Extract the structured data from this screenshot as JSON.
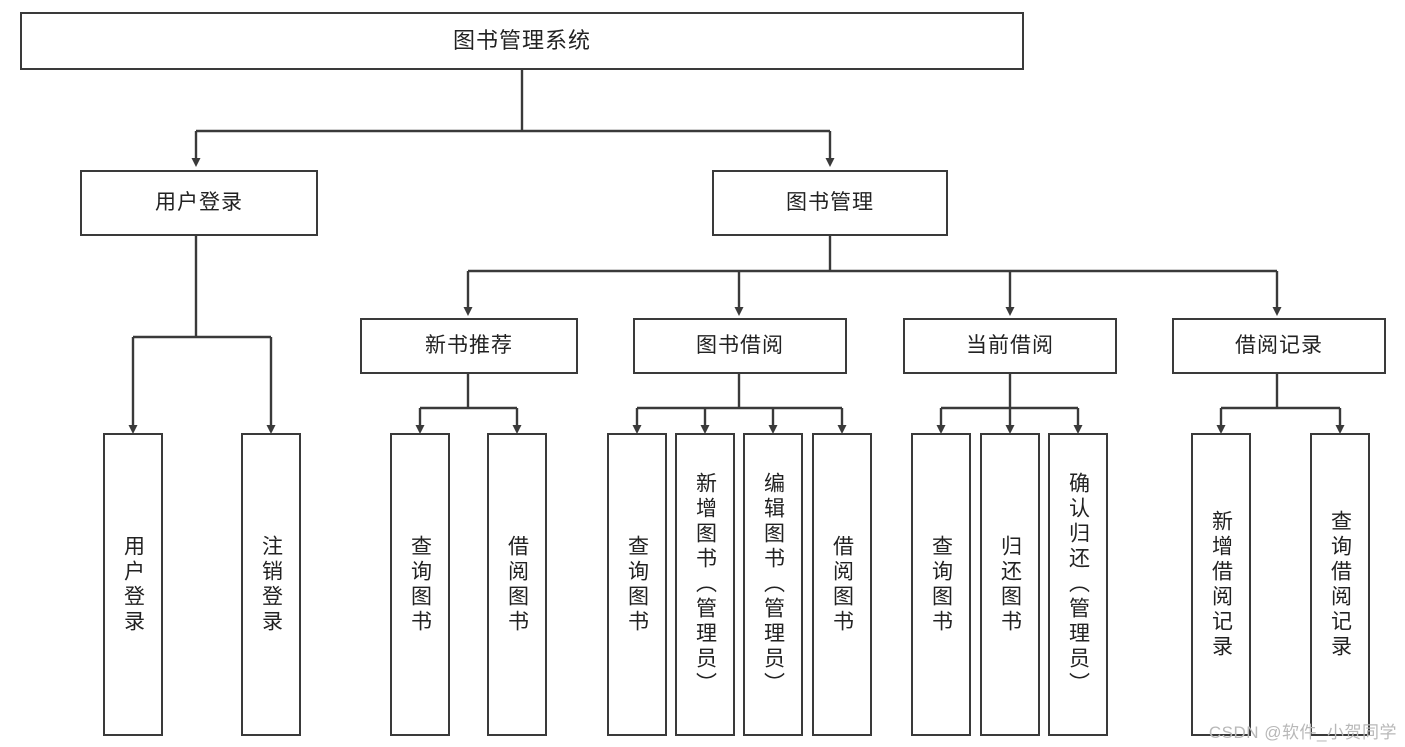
{
  "diagram": {
    "type": "tree-hierarchy-chart",
    "title": "图书管理系统",
    "style": {
      "box_border_color": "#3a3a3a",
      "box_fill_color": "#ffffff",
      "connector_color": "#3a3a3a",
      "text_color": "#222222",
      "background": "#ffffff"
    },
    "nodes": {
      "root": {
        "label": "图书管理系统",
        "level": 1
      },
      "user_login": {
        "label": "用户登录",
        "level": 2
      },
      "book_manage": {
        "label": "图书管理",
        "level": 2
      },
      "new_book_rec": {
        "label": "新书推荐",
        "level": 3
      },
      "book_borrow": {
        "label": "图书借阅",
        "level": 3
      },
      "current_borrow": {
        "label": "当前借阅",
        "level": 3
      },
      "borrow_record": {
        "label": "借阅记录",
        "level": 3
      },
      "leaf_user_login": {
        "label": "用户登录",
        "level": 4
      },
      "leaf_logout": {
        "label": "注销登录",
        "level": 4
      },
      "leaf_query_book_1": {
        "label": "查询图书",
        "level": 4
      },
      "leaf_borrow_book_1": {
        "label": "借阅图书",
        "level": 4
      },
      "leaf_query_book_2": {
        "label": "查询图书",
        "level": 4
      },
      "leaf_add_book": {
        "label": "新增图书（管理员）",
        "level": 4
      },
      "leaf_edit_book": {
        "label": "编辑图书（管理员）",
        "level": 4
      },
      "leaf_borrow_book_2": {
        "label": "借阅图书",
        "level": 4
      },
      "leaf_query_book_3": {
        "label": "查询图书",
        "level": 4
      },
      "leaf_return_book": {
        "label": "归还图书",
        "level": 4
      },
      "leaf_confirm_return": {
        "label": "确认归还（管理员）",
        "level": 4
      },
      "leaf_add_record": {
        "label": "新增借阅记录",
        "level": 4
      },
      "leaf_query_record": {
        "label": "查询借阅记录",
        "level": 4
      }
    },
    "edges": [
      {
        "from": "root",
        "to": "user_login"
      },
      {
        "from": "root",
        "to": "book_manage"
      },
      {
        "from": "book_manage",
        "to": "new_book_rec"
      },
      {
        "from": "book_manage",
        "to": "book_borrow"
      },
      {
        "from": "book_manage",
        "to": "current_borrow"
      },
      {
        "from": "book_manage",
        "to": "borrow_record"
      },
      {
        "from": "user_login",
        "to": "leaf_user_login"
      },
      {
        "from": "user_login",
        "to": "leaf_logout"
      },
      {
        "from": "new_book_rec",
        "to": "leaf_query_book_1"
      },
      {
        "from": "new_book_rec",
        "to": "leaf_borrow_book_1"
      },
      {
        "from": "book_borrow",
        "to": "leaf_query_book_2"
      },
      {
        "from": "book_borrow",
        "to": "leaf_add_book"
      },
      {
        "from": "book_borrow",
        "to": "leaf_edit_book"
      },
      {
        "from": "book_borrow",
        "to": "leaf_borrow_book_2"
      },
      {
        "from": "current_borrow",
        "to": "leaf_query_book_3"
      },
      {
        "from": "current_borrow",
        "to": "leaf_return_book"
      },
      {
        "from": "current_borrow",
        "to": "leaf_confirm_return"
      },
      {
        "from": "borrow_record",
        "to": "leaf_add_record"
      },
      {
        "from": "borrow_record",
        "to": "leaf_query_record"
      }
    ]
  },
  "watermark": {
    "text": "CSDN @软件_小贺同学"
  }
}
